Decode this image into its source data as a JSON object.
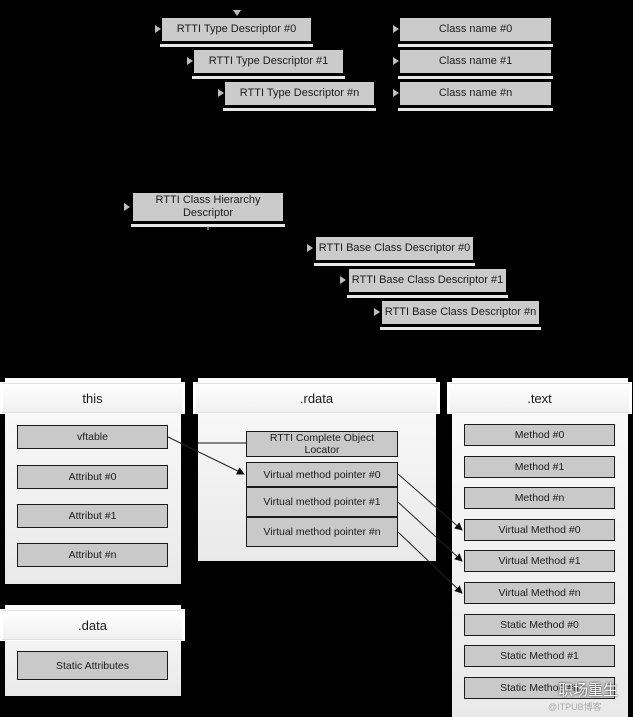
{
  "rtti_type_descriptors": [
    "RTTI Type Descriptor #0",
    "RTTI Type Descriptor #1",
    "RTTI Type Descriptor #n"
  ],
  "class_names": [
    "Class name #0",
    "Class name #1",
    "Class name #n"
  ],
  "class_hierarchy_descriptor": "RTTI Class Hierarchy Descriptor",
  "base_class_descriptors": [
    "RTTI Base Class Descriptor #0",
    "RTTI Base Class Descriptor #1",
    "RTTI Base Class Descriptor #n"
  ],
  "sections": {
    "this": {
      "title": "this",
      "items": [
        "vftable",
        "Attribut #0",
        "Attribut #1",
        "Attribut #n"
      ]
    },
    "rdata": {
      "title": ".rdata",
      "items": [
        "RTTI Complete Object Locator",
        "Virtual method pointer #0",
        "Virtual method pointer #1",
        "Virtual method pointer #n"
      ]
    },
    "text": {
      "title": ".text",
      "items": [
        "Method #0",
        "Method #1",
        "Method #n",
        "Virtual Method #0",
        "Virtual Method #1",
        "Virtual Method #n",
        "Static Method #0",
        "Static Method #1",
        "Static Method #n"
      ]
    },
    "data": {
      "title": ".data",
      "items": [
        "Static Attributes"
      ]
    }
  },
  "watermark": {
    "line1": "职场重生",
    "line2": "@ITPUB博客"
  }
}
